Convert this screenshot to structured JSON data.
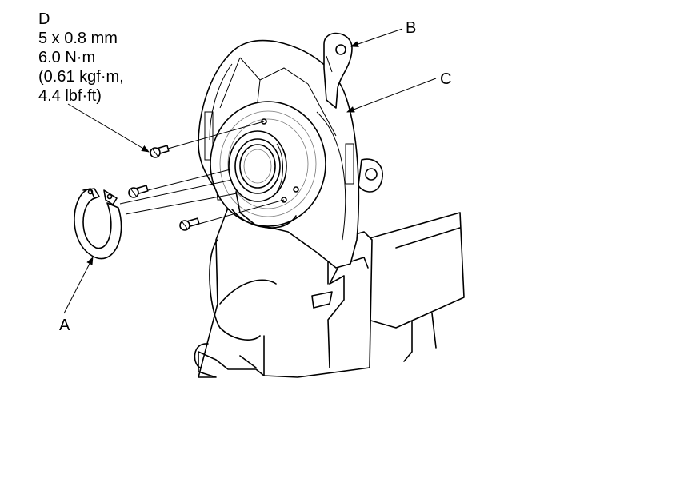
{
  "callouts": {
    "a": "A",
    "b": "B",
    "c": "C",
    "d": "D"
  },
  "bolt_spec": {
    "size": "5 x 0.8 mm",
    "torque_nm": "6.0 N·m",
    "torque_kgfm": "(0.61 kgf·m,",
    "torque_lbfft": "4.4 lbf·ft)"
  }
}
